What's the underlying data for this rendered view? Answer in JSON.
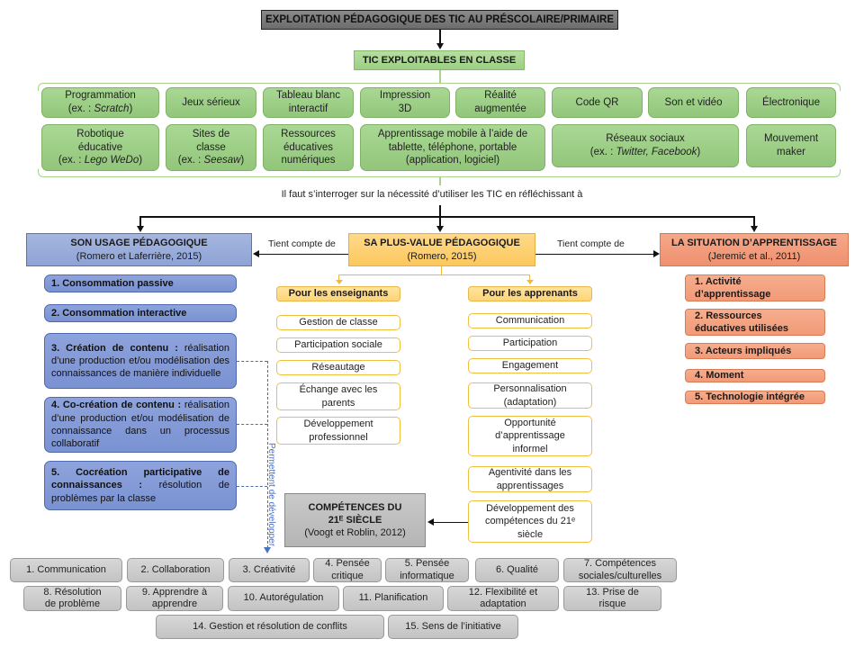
{
  "title": "EXPLOITATION  PÉDAGOGIQUE  DES TIC AU PRÉSCOLAIRE/PRIMAIRE",
  "tic_heading": "TIC EXPLOITABLES  EN CLASSE",
  "technologies": [
    {
      "line1": "Programmation",
      "line2_pre": "(ex. : ",
      "line2_italic": "Scratch",
      "line2_post": ")"
    },
    {
      "line1": "Jeux sérieux"
    },
    {
      "line1": "Tableau blanc",
      "line2": "interactif"
    },
    {
      "line1": "Impression",
      "line2": "3D"
    },
    {
      "line1": "Réalité",
      "line2": "augmentée"
    },
    {
      "line1": "Code QR"
    },
    {
      "line1": "Son et vidéo"
    },
    {
      "line1": "Électronique"
    },
    {
      "line1": "Robotique",
      "line2": "éducative",
      "line3_pre": "(ex. : ",
      "line3_italic": "Lego WeDo",
      "line3_post": ")"
    },
    {
      "line1": "Sites de",
      "line2": "classe",
      "line3_pre": "(ex. : ",
      "line3_italic": "Seesaw",
      "line3_post": ")"
    },
    {
      "line1": "Ressources",
      "line2": "éducatives",
      "line3": "numériques"
    },
    {
      "line1": "Apprentissage mobile à l’aide de",
      "line2": "tablette, téléphone, portable",
      "line3": "(application, logiciel)"
    },
    {
      "line1": "Réseaux sociaux",
      "line2_pre": "(ex. : ",
      "line2_italic": "Twitter,  Facebook",
      "line2_post": ")"
    },
    {
      "line1": "Mouvement",
      "line2": "maker"
    }
  ],
  "question": "Il faut s’interroger sur la nécessité d’utiliser les TIC en réfléchissant à",
  "edge_labels": {
    "left": "Tient compte de",
    "right": "Tient compte de",
    "vertical": "Permettent de développer"
  },
  "usage": {
    "title": "SON USAGE  PÉDAGOGIQUE",
    "ref": "(Romero et Laferrière, 2015)",
    "items": [
      {
        "bold": "1. Consommation  passive",
        "text": ""
      },
      {
        "bold": "2. Consommation  interactive",
        "text": ""
      },
      {
        "bold": "3.  Création  de  contenu  :",
        "text": "réalisation d’une production et/ou modélisation des connaissances de manière individuelle"
      },
      {
        "bold": "4.  Co-création  de  contenu  :",
        "text": "réalisation d’une production et/ou modélisation de connaissance dans un processus collaboratif"
      },
      {
        "bold": "5.  Cocréation  participative  de connaissances  :",
        "text": "résolution de problèmes par la classe"
      }
    ]
  },
  "plus_value": {
    "title": "SA PLUS-VALUE  PÉDAGOGIQUE",
    "ref": "(Romero, 2015)",
    "teachers": {
      "label": "Pour les enseignants",
      "items": [
        "Gestion de classe",
        "Participation sociale",
        "Réseautage",
        "Échange avec les parents",
        "Développement professionnel"
      ]
    },
    "learners": {
      "label": "Pour les apprenants",
      "items": [
        "Communication",
        "Participation",
        "Engagement",
        "Personnalisation (adaptation)",
        "Opportunité d’apprentissage informel",
        "Agentivité dans les apprentissages",
        "Développement des compétences du 21ᵉ siècle"
      ]
    }
  },
  "situation": {
    "title": "LA SITUATION  D’APPRENTISSAGE",
    "ref": "(Jeremić et al., 2011)",
    "items": [
      "1. Activité d’apprentissage",
      "2. Ressources éducatives utilisées",
      "3. Acteurs impliqués",
      "4. Moment",
      "5. Technologie intégrée"
    ]
  },
  "competences": {
    "title": "COMPÉTENCES  DU 21ᴱ SIÈCLE",
    "ref": "(Voogt et Roblin, 2012)",
    "skills": [
      "1. Communication",
      "2. Collaboration",
      "3. Créativité",
      "4. Pensée critique",
      "5. Pensée informatique",
      "6. Qualité",
      "7. Compétences sociales/culturelles",
      "8. Résolution de problème",
      "9. Apprendre à apprendre",
      "10. Autorégulation",
      "11. Planification",
      "12. Flexibilité et adaptation",
      "13. Prise de risque",
      "14. Gestion et résolution de conflits",
      "15. Sens de l’initiative"
    ]
  }
}
